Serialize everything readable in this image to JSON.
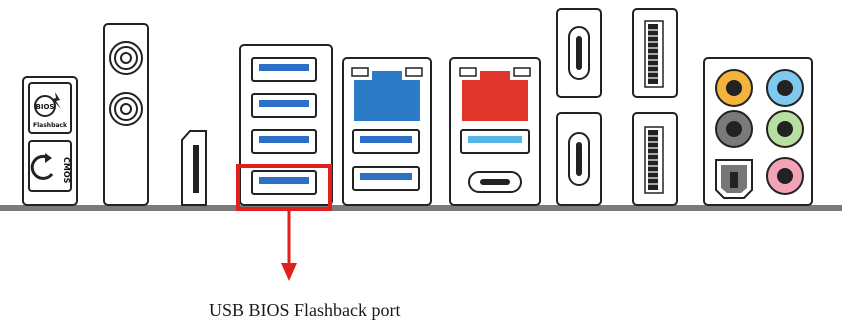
{
  "caption": "USB BIOS Flashback port",
  "buttons": {
    "bios_flashback_top": "BIOS",
    "bios_flashback_bottom": "Flashback",
    "clear_cmos": "CMOS"
  },
  "colors": {
    "highlight": "#e0201b",
    "arrow": "#e0201b",
    "usb_blue": "#2e6fc7",
    "usb_light_blue": "#55b7e6",
    "lan_blue": "#2b7bc6",
    "lan_red": "#e0352b",
    "audio_orange": "#f3b33d",
    "audio_blue": "#7fc8ee",
    "audio_gray": "#7a7a7a",
    "audio_green": "#b7e0a0",
    "audio_pink": "#f2a3b5",
    "panel_line": "#7a7a7a"
  }
}
